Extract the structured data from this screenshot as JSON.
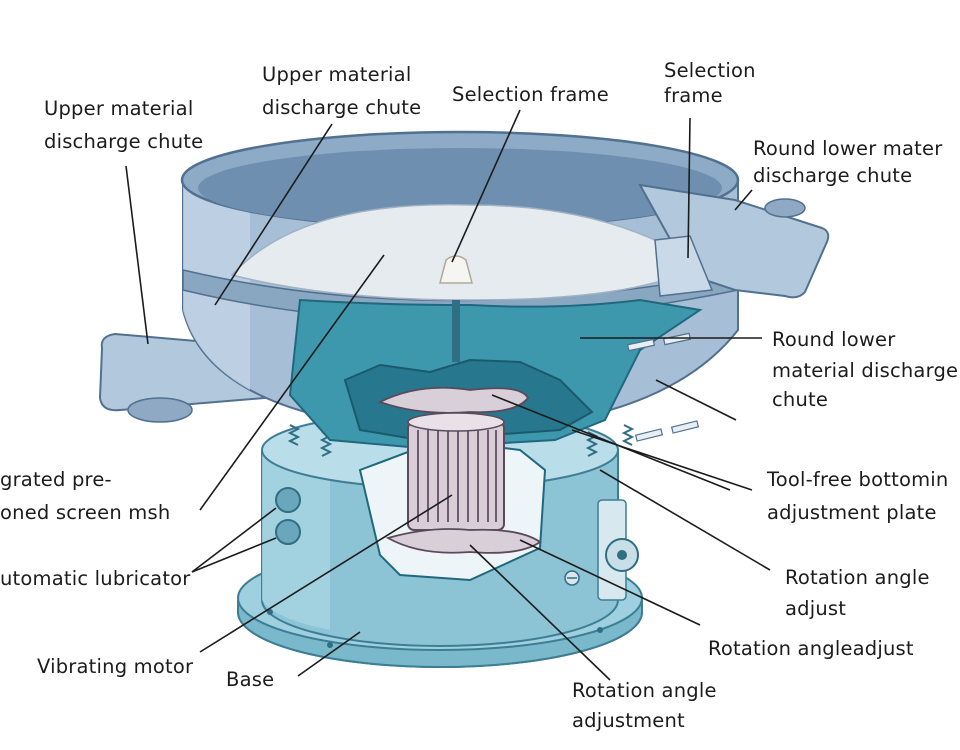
{
  "colors": {
    "background": "#ffffff",
    "body_blue": "#a9c6db",
    "cutaway_teal": "#2f8fa6",
    "leader_line": "#1c1c1c"
  },
  "labels": {
    "upper_chute_left": [
      "Upper  material",
      "discharge chute"
    ],
    "upper_chute_center": [
      "Upper material",
      "discharge chute"
    ],
    "selection_frame_center": "Selection frame",
    "selection_frame_right": [
      "Selection",
      "frame"
    ],
    "round_lower_top": [
      "Round  lower mater",
      "discharge chute"
    ],
    "round_lower_mid": [
      "Round lower",
      "material discharge",
      "chute"
    ],
    "screen_mesh": [
      "grated  pre-",
      "oned screen msh"
    ],
    "tool_free": [
      "Tool-free bottomin",
      "adjustment plate"
    ],
    "lubricator": "utomatic lubricator",
    "rotation_angle_adjust_1": [
      "Rotation angle",
      "adjust"
    ],
    "vibrating_motor": "Vibrating motor",
    "rotation_angleadjust": "Rotation angleadjust",
    "base": "Base",
    "rotation_angle_adjustment": [
      "Rotation angle",
      "adjustment"
    ]
  }
}
